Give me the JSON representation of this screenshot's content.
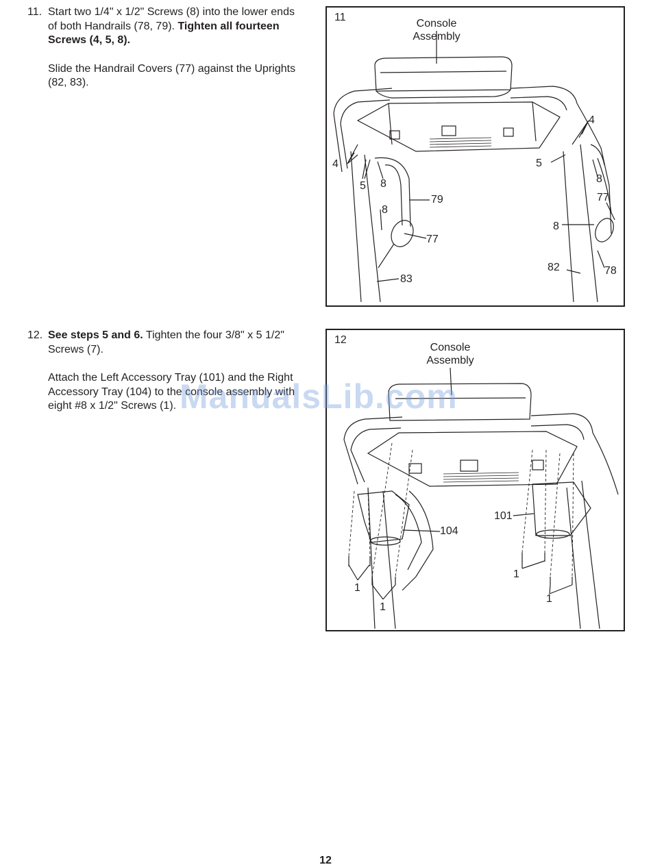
{
  "steps": [
    {
      "number": "11.",
      "p1_start": "Start two 1/4\" x 1/2\" Screws (8) into the lower ends of both Handrails (78, 79). ",
      "p1_bold": "Tighten all fourteen Screws (4, 5, 8).",
      "p2": "Slide the Handrail Covers (77) against the Uprights (82, 83)."
    },
    {
      "number": "12.",
      "p1_bold": "See steps 5 and 6.",
      "p1_rest": " Tighten the four 3/8\" x 5 1/2\" Screws (7).",
      "p2": "Attach the Left Accessory Tray (101) and the Right Accessory Tray (104) to the console assembly with eight #8 x 1/2\" Screws (1)."
    }
  ],
  "figures": [
    {
      "number": "11",
      "title_line1": "Console",
      "title_line2": "Assembly",
      "callouts": {
        "c4_left": "4",
        "c5_left": "5",
        "c8_upper_left": "8",
        "c79": "79",
        "c8_lower_left": "8",
        "c77_left": "77",
        "c83": "83",
        "c4_right": "4",
        "c5_right": "5",
        "c8_upper_right": "8",
        "c77_right": "77",
        "c8_lower_right": "8",
        "c82": "82",
        "c78": "78"
      }
    },
    {
      "number": "12",
      "title_line1": "Console",
      "title_line2": "Assembly",
      "callouts": {
        "c101": "101",
        "c104": "104",
        "c1_a": "1",
        "c1_b": "1",
        "c1_c": "1",
        "c1_d": "1"
      }
    }
  ],
  "watermark": "ManualsLib.com",
  "page_number": "12"
}
